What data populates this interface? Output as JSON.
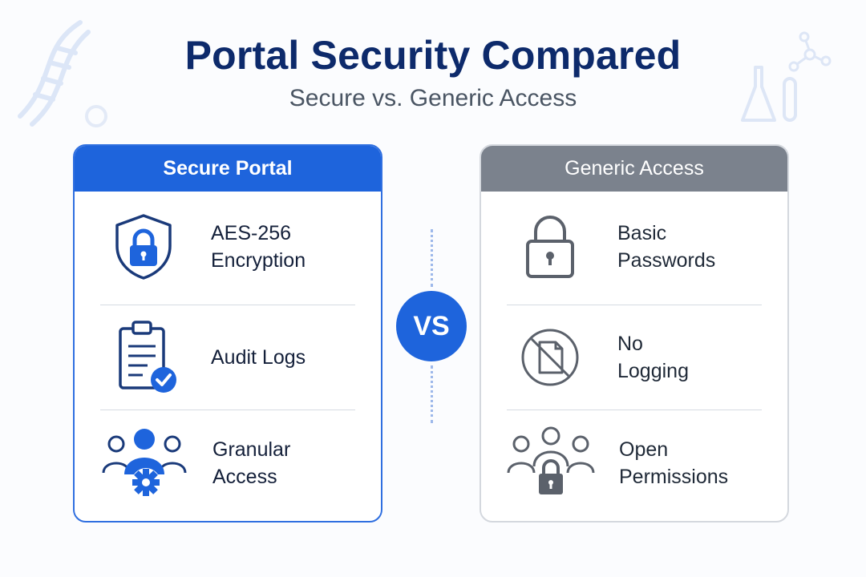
{
  "title": "Portal Security Compared",
  "subtitle": "Secure vs. Generic Access",
  "vs_label": "VS",
  "secure": {
    "header": "Secure Portal",
    "accent": "#1e64dc",
    "items": [
      {
        "label": "AES-256\nEncryption",
        "icon": "shield-lock-icon"
      },
      {
        "label": "Audit Logs",
        "icon": "clipboard-check-icon"
      },
      {
        "label": "Granular\nAccess",
        "icon": "users-gear-icon"
      }
    ]
  },
  "generic": {
    "header": "Generic Access",
    "accent": "#7b828d",
    "items": [
      {
        "label": "Basic\nPasswords",
        "icon": "padlock-icon"
      },
      {
        "label": "No\nLogging",
        "icon": "no-document-icon"
      },
      {
        "label": "Open\nPermissions",
        "icon": "users-lock-icon"
      }
    ]
  }
}
